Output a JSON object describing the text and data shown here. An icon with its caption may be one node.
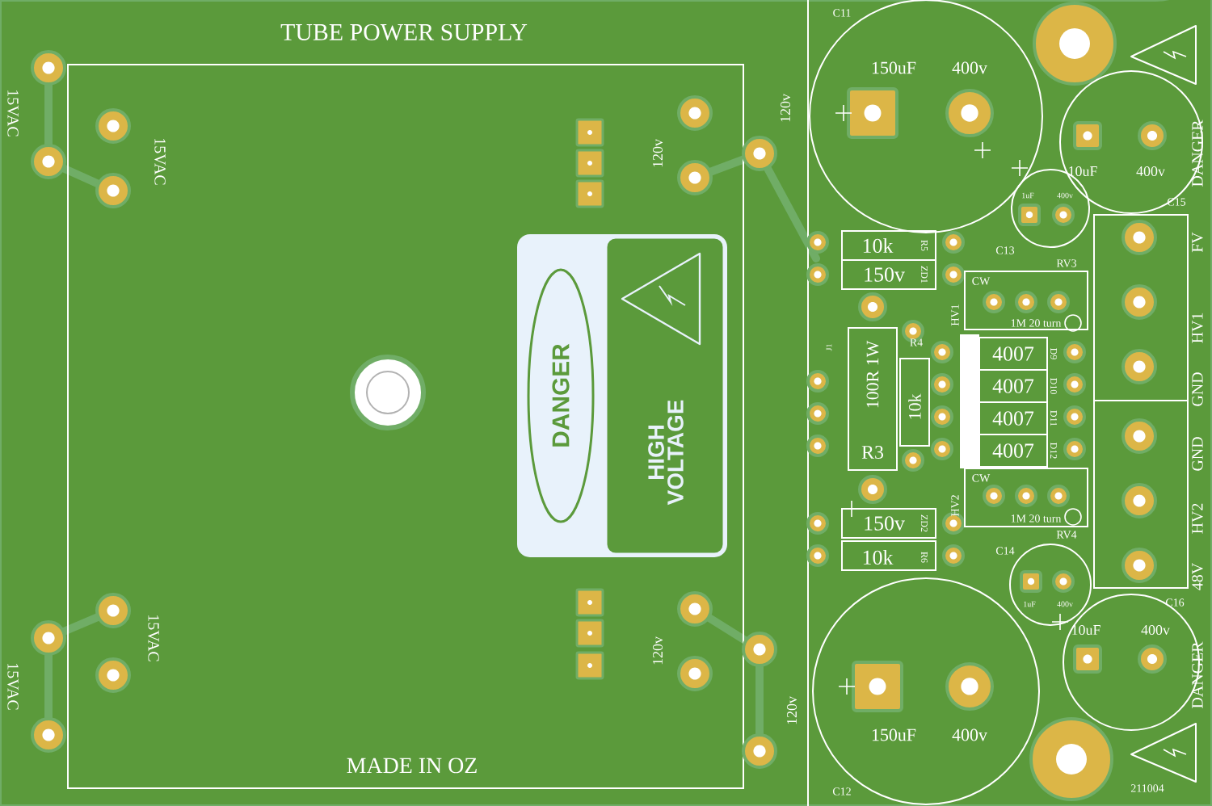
{
  "diagram": {
    "title": "TUBE POWER SUPPLY",
    "nodes": [
      {
        "text": [
          "150uF",
          "400v"
        ],
        "beside": [
          "C11"
        ]
      },
      {
        "text": [
          "10uF",
          "400v"
        ],
        "beside": [
          "C15"
        ]
      },
      {
        "text": [
          "1uF",
          "400v"
        ],
        "beside": [
          "C13"
        ]
      },
      {
        "text": [
          "10k",
          "R5"
        ]
      },
      {
        "text": [
          "150v",
          "ZD1"
        ]
      },
      {
        "text": [
          "100R 1W",
          "R3"
        ]
      },
      {
        "text": [
          "10k"
        ],
        "beside": [
          "R4"
        ]
      },
      {
        "text": [
          "CW",
          "1M 20 turn"
        ],
        "beside": [
          "RV3"
        ]
      },
      {
        "text": [
          "4007"
        ],
        "beside": [
          "D9"
        ]
      },
      {
        "text": [
          "4007"
        ],
        "beside": [
          "D10"
        ]
      },
      {
        "text": [
          "4007"
        ],
        "beside": [
          "D11"
        ]
      },
      {
        "text": [
          "4007"
        ],
        "beside": [
          "D12"
        ]
      },
      {
        "text": [
          "CW",
          "1M 20 turn"
        ],
        "beside": [
          "RV4"
        ]
      },
      {
        "text": [
          "150v",
          "ZD2"
        ]
      },
      {
        "text": [
          "10k",
          "R6"
        ]
      },
      {
        "text": [
          "1uF",
          "400v"
        ],
        "beside": [
          "C14"
        ]
      },
      {
        "text": [
          "150uF",
          "400v"
        ],
        "beside": [
          "C12"
        ]
      },
      {
        "text": [
          "10uF",
          "400v"
        ],
        "beside": [
          "C16"
        ]
      },
      {
        "text": [
          "DANGER",
          "HIGH VOLTAGE"
        ]
      }
    ],
    "labels": [
      "15VAC",
      "15VAC",
      "120v",
      "120v",
      "DANGER",
      "HV1",
      "J1",
      "FV",
      "HV1",
      "GND",
      "GND",
      "HV2",
      "48V",
      "HV2",
      "15VAC",
      "15VAC",
      "120v",
      "120v",
      "DANGER",
      "MADE IN OZ",
      "211004"
    ]
  }
}
